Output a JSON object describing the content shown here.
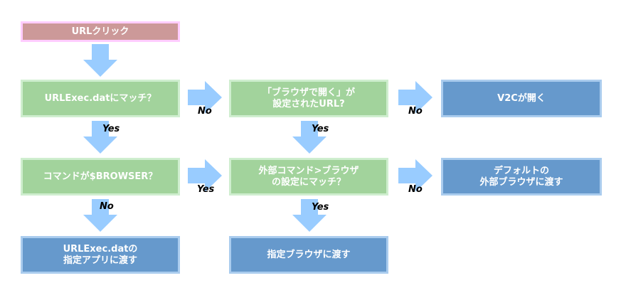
{
  "nodes": {
    "url_click": "URLクリック",
    "urlexec_match": "URLExec.datにマッチ？",
    "browser_setting": "「ブラウザで開く」が\n設定されたURL?",
    "v2c_opens": "V2Cが開く",
    "command_browser": "コマンドが$BROWSER？",
    "external_command_match": "外部コマンド>ブラウザ\nの設定にマッチ？",
    "default_external_browser": "デフォルトの\n外部ブラウザに渡す",
    "pass_to_app": "URLExec.datの\n指定アプリに渡す",
    "pass_to_browser": "指定ブラウザに渡す"
  },
  "labels": {
    "no_1": "No",
    "no_2": "No",
    "no_3": "No",
    "no_4": "No",
    "yes_1": "Yes",
    "yes_2": "Yes",
    "yes_3": "Yes",
    "yes_4": "Yes"
  },
  "colors": {
    "start_fill": "#cc9999",
    "start_border": "#ffccff",
    "decision_fill": "#a2d39c",
    "decision_border": "#cfeecf",
    "result_fill": "#6699cc",
    "result_border": "#aaccee",
    "arrow": "#99ccff"
  }
}
